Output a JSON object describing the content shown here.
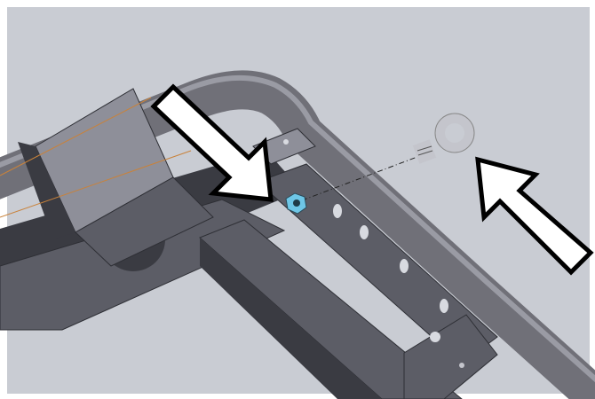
{
  "viewport": {
    "background_color": "#c9ccd3",
    "frame_color": "#ffffff"
  },
  "model": {
    "frame_color": "#5c5d66",
    "frame_shadow_color": "#3a3b42",
    "frame_highlight_color": "#8e8f99",
    "tube_color": "#707078",
    "eye_bolt_color": "#c4c5cc",
    "selected_nut_color": "#6ec6e6",
    "sketch_line_color": "#c9823a"
  },
  "annotations": {
    "arrow_fill": "#ffffff",
    "arrow_outline": "#000000",
    "arrows": [
      {
        "name": "arrow-to-nut",
        "points_to": "nut"
      },
      {
        "name": "arrow-to-eye-bolt",
        "points_to": "eye-bolt"
      }
    ]
  }
}
